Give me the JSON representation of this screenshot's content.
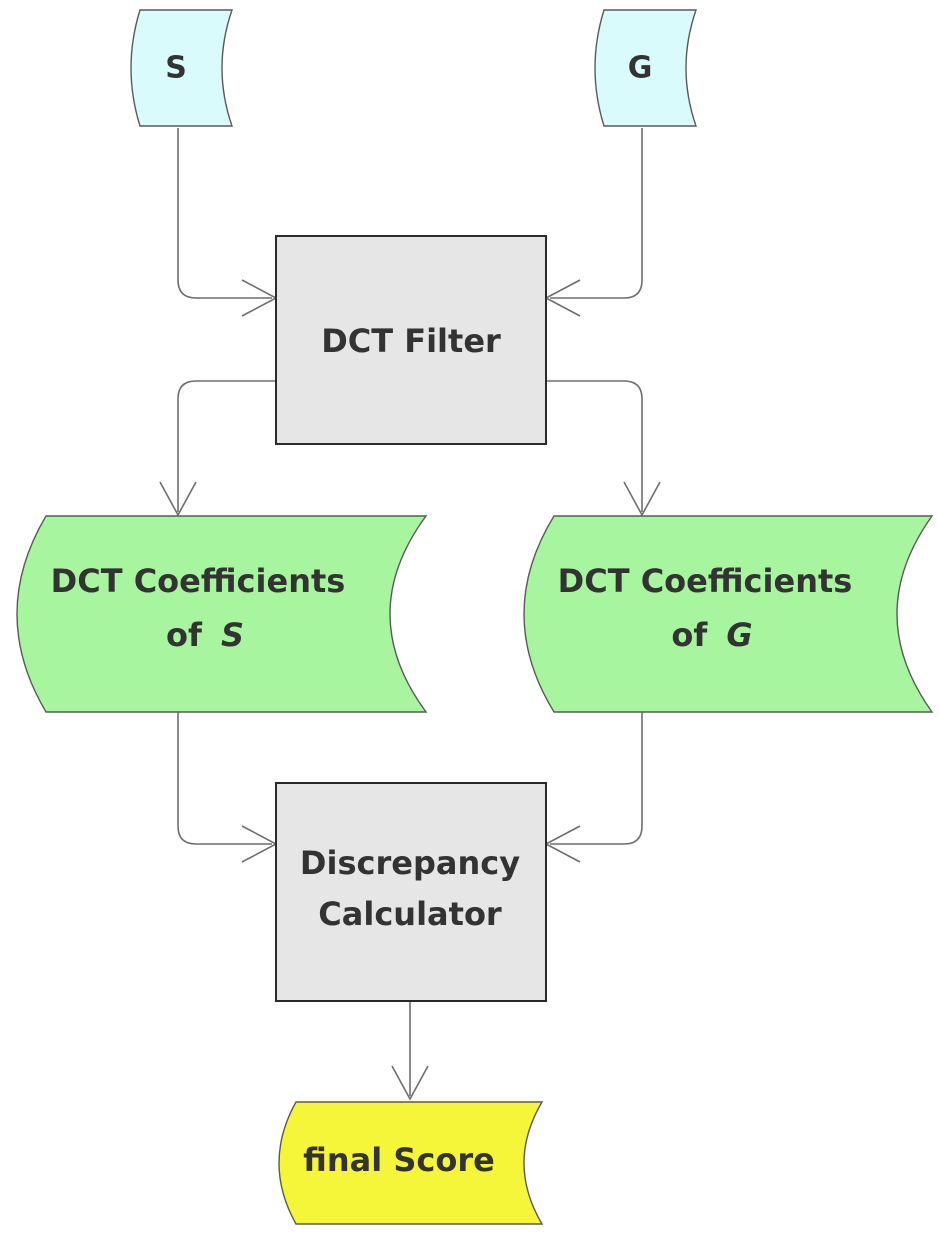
{
  "nodes": {
    "input_s": {
      "label": "S",
      "fill": "#d9fbfb"
    },
    "input_g": {
      "label": "G",
      "fill": "#d9fbfb"
    },
    "dct_filter": {
      "label": "DCT Filter",
      "fill": "#e6e6e6"
    },
    "coef_s": {
      "line1": "DCT Coefficients",
      "line2_prefix": "of ",
      "line2_var": "S",
      "fill": "#a8f5a0"
    },
    "coef_g": {
      "line1": "DCT Coefficients",
      "line2_prefix": "of ",
      "line2_var": "G",
      "fill": "#a8f5a0"
    },
    "discrepancy": {
      "line1": "Discrepancy",
      "line2": "Calculator",
      "fill": "#e6e6e6"
    },
    "final_score": {
      "label": "final Score",
      "fill": "#f5f53a"
    }
  },
  "edges": [
    {
      "from": "input_s",
      "to": "dct_filter"
    },
    {
      "from": "input_g",
      "to": "dct_filter"
    },
    {
      "from": "dct_filter",
      "to": "coef_s"
    },
    {
      "from": "dct_filter",
      "to": "coef_g"
    },
    {
      "from": "coef_s",
      "to": "discrepancy"
    },
    {
      "from": "coef_g",
      "to": "discrepancy"
    },
    {
      "from": "discrepancy",
      "to": "final_score"
    }
  ]
}
